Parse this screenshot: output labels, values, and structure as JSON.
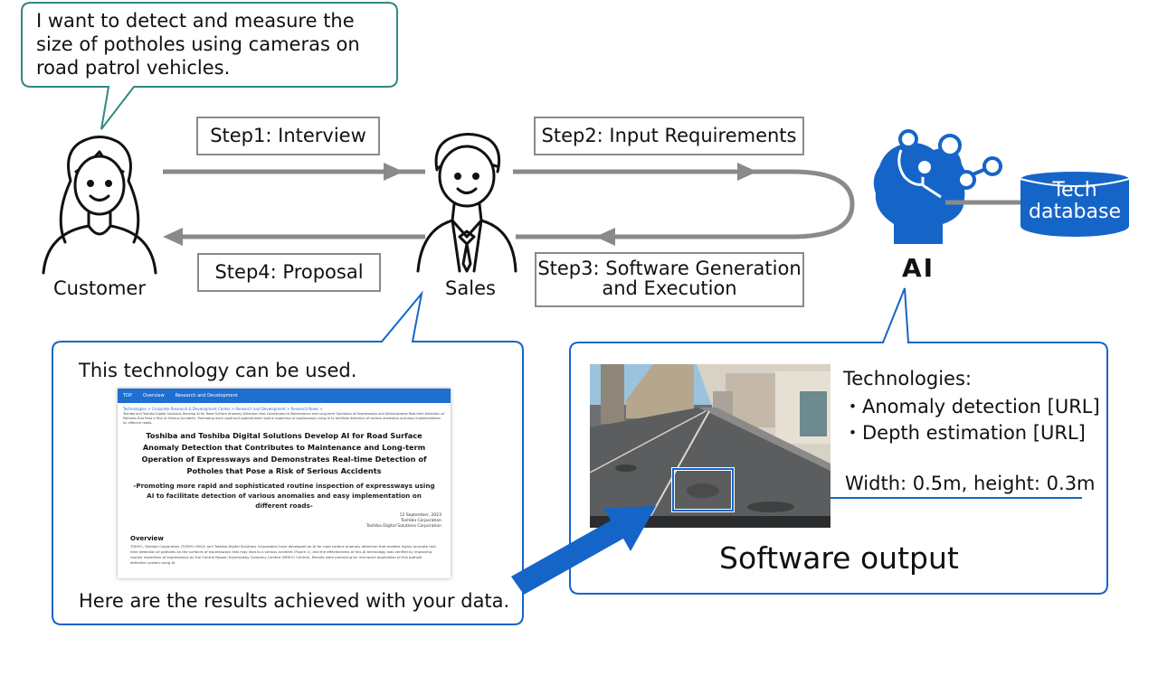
{
  "customer_bubble": {
    "text": "I want to detect and measure the size of potholes using cameras on road patrol vehicles."
  },
  "steps": {
    "step1": "Step1: Interview",
    "step2": "Step2: Input Requirements",
    "step3_line1": "Step3: Software Generation",
    "step3_line2": "and Execution",
    "step4": "Step4: Proposal"
  },
  "roles": {
    "customer": "Customer",
    "sales": "Sales",
    "ai": "AI"
  },
  "database": {
    "line1": "Tech",
    "line2": "database"
  },
  "sales_bubble": {
    "top_text": "This technology can be used.",
    "bottom_text": "Here are the results achieved with your data."
  },
  "press_release": {
    "nav": [
      "TOP",
      "Overview",
      "Research and Development"
    ],
    "breadcrumb": "Technologies > Corporate Research & Development Center > Research and Development > Research News >",
    "intro": "Toshiba and Toshiba Digital Solutions Develop AI for Road Surface Anomaly Detection that Contributes to Maintenance and Long-term Operation of Expressways and Demonstrates Real-time Detection of Potholes that Pose a Risk of Serious Accidents -Promoting more rapid and sophisticated routine inspection of expressways using AI to facilitate detection of various anomalies and easy implementation on different roads-",
    "title": "Toshiba and Toshiba Digital Solutions Develop AI for Road Surface Anomaly Detection that Contributes to Maintenance and Long-term Operation of Expressways and Demonstrates Real-time Detection of Potholes that Pose a Risk of Serious Accidents",
    "subtitle": "-Promoting more rapid and sophisticated routine inspection of expressways using AI to facilitate detection of various anomalies and easy implementation on different roads-",
    "date": "12 September, 2023",
    "org1": "Toshiba Corporation",
    "org2": "Toshiba Digital Solutions Corporation",
    "section_heading": "Overview",
    "body": "TOKYO—Toshiba Corporation (TOKYO: 6502) and Toshiba Digital Solutions Corporation have developed an AI for road surface anomaly detection that enables highly accurate real-time detection of potholes on the surfaces of expressways that may lead to a serious accident (Figure 1), and the effectiveness of this AI technology was verified by improving routine inspection of expressways by the Central Nippon Expressway Company Limited (NEXCO Central). Results were promising for real-world application of this pothole detection system using AI."
  },
  "software_output": {
    "technologies_heading": "Technologies:",
    "tech1": "・Anomaly detection [URL]",
    "tech2": "・Depth estimation [URL]",
    "measurement": "Width: 0.5m, height: 0.3m",
    "title": "Software output"
  },
  "colors": {
    "accent": "#1565c8",
    "arrow_gray": "#8a8a8a",
    "bubble_border_green": "#2f8a80",
    "bubble_border_blue": "#1565c8"
  }
}
